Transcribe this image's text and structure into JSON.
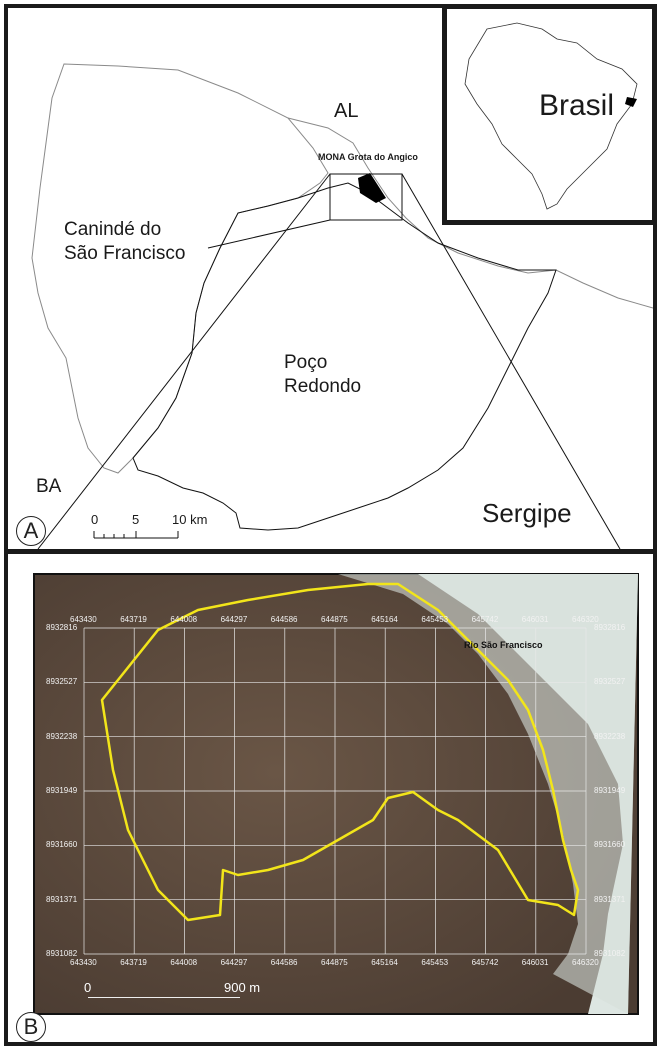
{
  "panel_a": {
    "letter": "A",
    "labels": {
      "state_north": "AL",
      "municipality_west": "Canindé do\nSão Francisco",
      "municipality_center_1": "Poço",
      "municipality_center_2": "Redondo",
      "state_south": "BA",
      "state_main": "Sergipe",
      "protected_area": "MONA Grota do Angico"
    },
    "scale": {
      "ticks": [
        "0",
        "5",
        "10 km"
      ]
    }
  },
  "inset": {
    "country": "Brasil"
  },
  "panel_b": {
    "letter": "B",
    "river_label": "Rio São Francisco",
    "x_ticks": [
      "643430",
      "643719",
      "644008",
      "644297",
      "644586",
      "644875",
      "645164",
      "645453",
      "645742",
      "646031",
      "646320"
    ],
    "x_ticks_top": [
      "643430",
      "643719",
      "644008",
      "644297",
      "644586",
      "644875",
      "645164",
      "645453",
      "645742",
      "646031",
      "646320"
    ],
    "y_ticks": [
      "8932816",
      "8932527",
      "8932238",
      "8931949",
      "8931660",
      "8931371",
      "8931082"
    ],
    "scale": {
      "start": "0",
      "end": "900 m"
    }
  },
  "colors": {
    "boundary_yellow": "#f2e51a",
    "terrain": "#5b4a3c",
    "river": "#dde6e2",
    "grid": "#e8e8e8"
  }
}
